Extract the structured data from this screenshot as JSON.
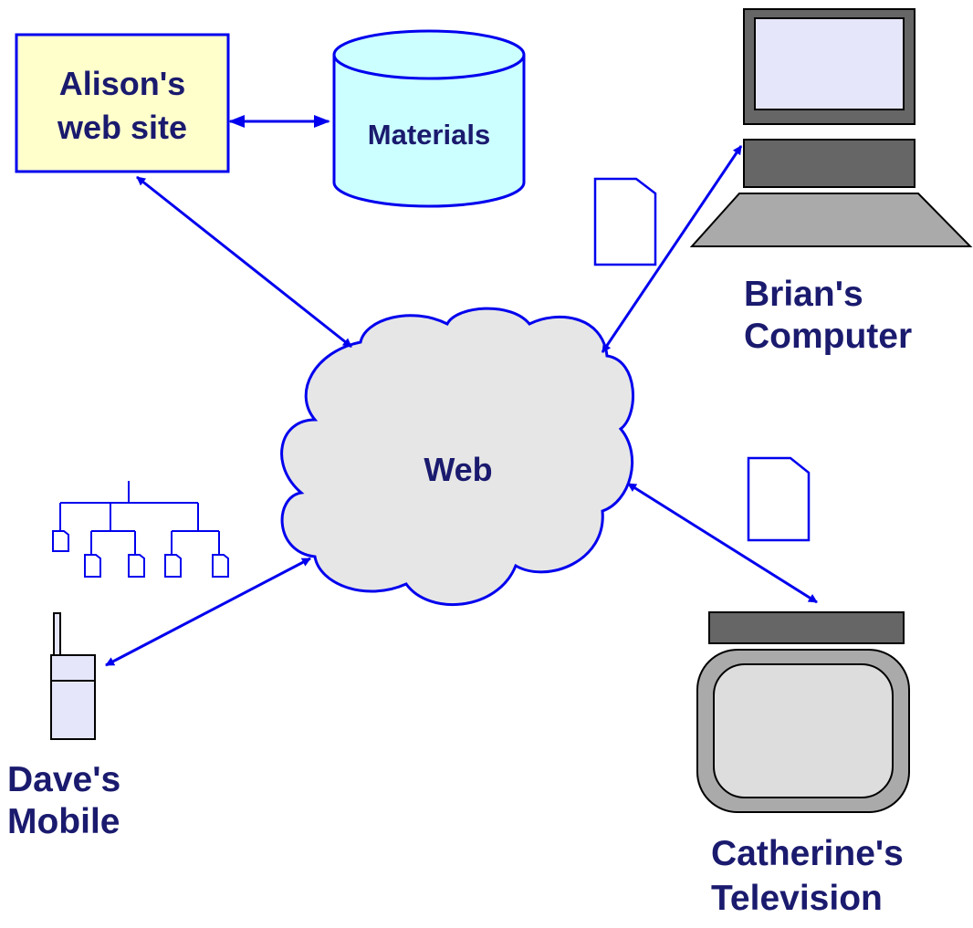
{
  "nodes": {
    "website": {
      "line1": "Alison's",
      "line2": "web site",
      "fill": "#ffffcc"
    },
    "materials": {
      "label": "Materials",
      "fill": "#ccffff"
    },
    "web": {
      "label": "Web",
      "fill": "#e6e6e6"
    },
    "computer": {
      "line1": "Brian's",
      "line2": "Computer"
    },
    "television": {
      "line1": "Catherine's",
      "line2": "Television"
    },
    "mobile": {
      "line1": "Dave's",
      "line2": "Mobile"
    }
  },
  "colors": {
    "arrow": "#0000ee",
    "label_text": "#1a1a6e",
    "device_dark": "#666666",
    "device_light": "#aaaaaa",
    "screen": "#e6e6fa"
  }
}
